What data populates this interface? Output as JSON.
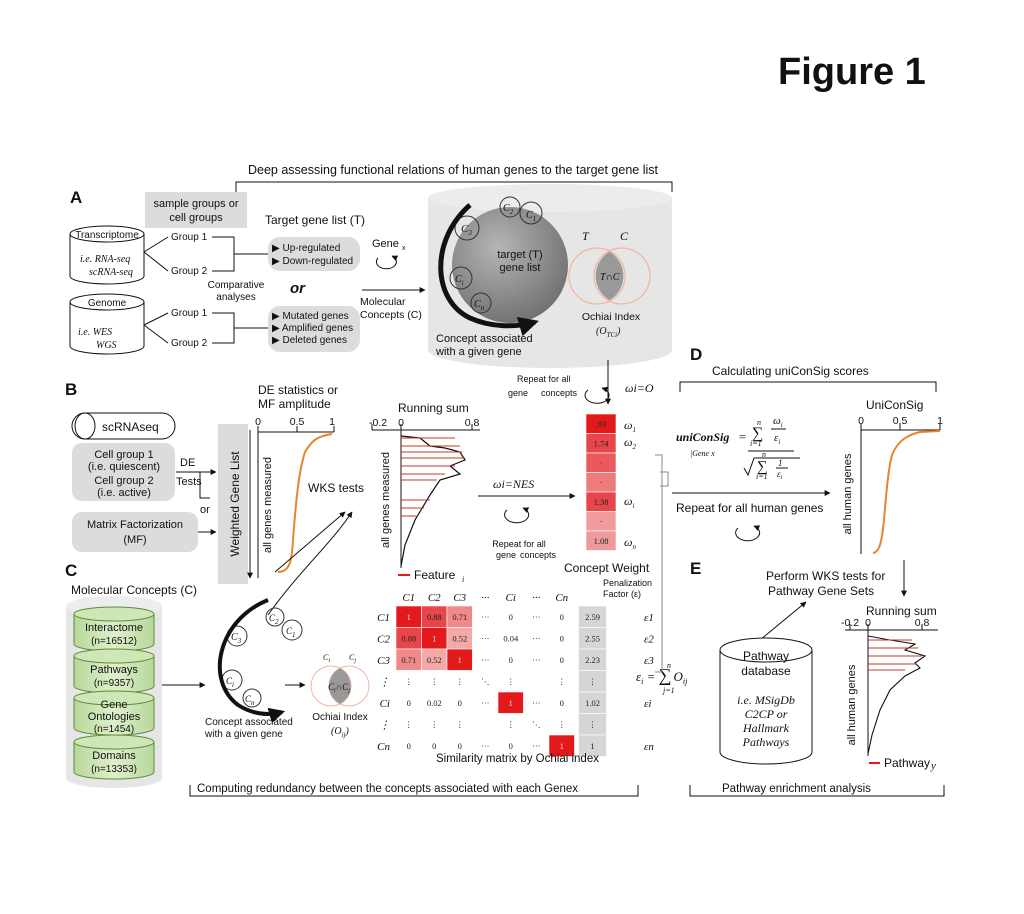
{
  "figure_title": "Figure 1",
  "panel_labels": {
    "a": "A",
    "b": "B",
    "c": "C",
    "d": "D",
    "e": "E"
  },
  "header_a": "Deep assessing functional relations of human genes to the target gene list",
  "header_c": "Computing redundancy between the concepts associated with each Genex",
  "header_d": "Calculating uniConSig scores",
  "header_e": "Pathway enrichment analysis",
  "panel_a": {
    "sample_groups": [
      "sample groups or",
      "cell groups"
    ],
    "transcriptome": "Transcriptome",
    "transcriptome_ie": [
      "i.e. RNA-seq",
      "scRNA-seq"
    ],
    "genome": "Genome",
    "genome_ie": [
      "i.e. WES",
      "WGS"
    ],
    "group1": "Group 1",
    "group2": "Group 2",
    "comparative": [
      "Comparative",
      "analyses"
    ],
    "target_list_title": "Target gene list (T)",
    "up_down": [
      "▶ Up-regulated",
      "▶ Down-regulated"
    ],
    "or": "or",
    "mutations": [
      "▶ Mutated genes",
      "▶ Amplified genes",
      "▶ Deleted genes"
    ],
    "genex": "Gene",
    "molecular_concepts": [
      "Molecular",
      "Concepts (C)"
    ],
    "target_circle": [
      "target (T)",
      "gene list"
    ],
    "concept_assoc": [
      "Concept associated",
      "with a given gene"
    ],
    "ochiai": "Ochiai Index",
    "venn_t": "T",
    "venn_ci": "C",
    "venn_inter": "T∩C"
  },
  "panel_b": {
    "scrnaseq": "scRNAseq",
    "cell_group1": [
      "Cell group 1",
      "(i.e. quiescent)"
    ],
    "cell_group2": [
      "Cell group 2",
      "(i.e. active)"
    ],
    "de_tests": [
      "DE",
      "Tests"
    ],
    "or": "or",
    "mf": [
      "Matrix Factorization",
      "(MF)"
    ],
    "weighted_list": "Weighted Gene List",
    "de_stat": [
      "DE statistics or",
      "MF amplitude"
    ],
    "all_genes_measured": "all genes measured",
    "wks_tests": "WKS tests",
    "running_sum": "Running sum",
    "feature": "Feature",
    "omega_nes": "ωi=NES",
    "repeat_genex": [
      "Repeat for all",
      "gene",
      "concepts"
    ],
    "repeat_top": [
      "Repeat for all",
      "gene",
      "concepts"
    ],
    "omega_top": "ωi=O",
    "concept_weight": "Concept Weight",
    "weights": [
      ".93",
      "1.74",
      "·",
      "·",
      "1.38",
      "·",
      "1.08"
    ],
    "omega_labels": [
      "ω",
      "ω",
      "ω",
      "ω"
    ],
    "cdf_ticks": [
      "0",
      "0.5",
      "1"
    ],
    "rs_ticks": [
      "-0.2",
      "0",
      "0.8"
    ]
  },
  "panel_c": {
    "title": "Molecular Concepts (C)",
    "dbs": [
      {
        "name": "Interactome",
        "count": "(n=16512)"
      },
      {
        "name": "Pathways",
        "count": "(n=9357)"
      },
      {
        "name": "Gene Ontologies",
        "count": "(n=1454)"
      },
      {
        "name": "Domains",
        "count": "(n=13353)"
      }
    ],
    "concept_assoc": [
      "Concept associated",
      "with a given gene"
    ],
    "ochiai": "Ochiai Index",
    "matrix_caption": "Similarity matrix by Ochiai index",
    "penalization": [
      "Penalization",
      "Factor (ε)"
    ],
    "col_headers": [
      "C1",
      "C2",
      "C3",
      "···",
      "Ci",
      "···",
      "Cn"
    ],
    "rows": [
      [
        "1",
        "0.88",
        "0.71",
        "···",
        "0",
        "···",
        "0",
        "2.59"
      ],
      [
        "0.88",
        "1",
        "0.52",
        "···",
        "0.04",
        "···",
        "0",
        "2.55"
      ],
      [
        "0.71",
        "0.52",
        "1",
        "···",
        "0",
        "···",
        "0",
        "2.23"
      ],
      [
        "⋮",
        "⋮",
        "⋮",
        "⋱",
        "⋮",
        "",
        "⋮",
        "⋮"
      ],
      [
        "0",
        "0.02",
        "0",
        "···",
        "1",
        "···",
        "0",
        "1.02"
      ],
      [
        "⋮",
        "⋮",
        "⋮",
        "",
        "⋮",
        "⋱",
        "⋮",
        "⋮"
      ],
      [
        "0",
        "0",
        "0",
        "···",
        "0",
        "···",
        "1",
        "1"
      ]
    ],
    "row_headers": [
      "C1",
      "C2",
      "C3",
      "⋮",
      "Ci",
      "⋮",
      "Cn"
    ]
  },
  "panel_d": {
    "formula_label": "uniConSig",
    "formula_sub": "|Gene x",
    "uniconsig_title": "UniConSig",
    "ticks": [
      "0",
      "0.5",
      "1"
    ],
    "all_human_genes": "all human genes",
    "repeat": "Repeat for all human genes"
  },
  "panel_e": {
    "wks_title": [
      "Perform WKS tests for",
      "Pathway Gene Sets"
    ],
    "running_sum": "Running sum",
    "ticks": [
      "-0.2",
      "0",
      "0.8"
    ],
    "pathway_db": [
      "Pathway",
      "database"
    ],
    "pathway_ie": [
      "i.e. MSigDb",
      "C2CP or",
      "Hallmark",
      "Pathways"
    ],
    "all_human_genes": "all human genes",
    "pathway_legend": "Pathway"
  },
  "colors": {
    "red": "#e31a1c",
    "orange": "#e8842c",
    "gray": "#d9d9d9",
    "dark": "#111111"
  }
}
